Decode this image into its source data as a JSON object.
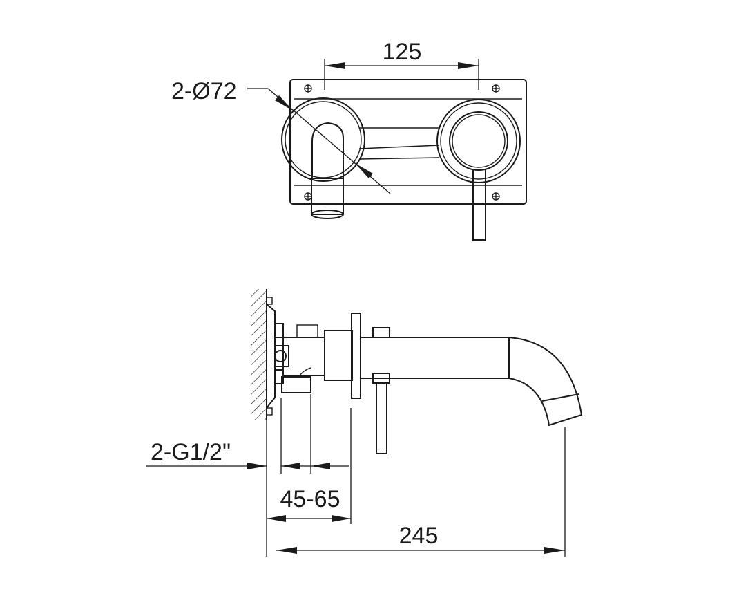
{
  "dimensions": {
    "center_distance": "125",
    "rosette_diameter": "2-Ø72",
    "connection_thread": "2-G1/2\"",
    "wall_depth_range": "45-65",
    "spout_projection": "245"
  }
}
